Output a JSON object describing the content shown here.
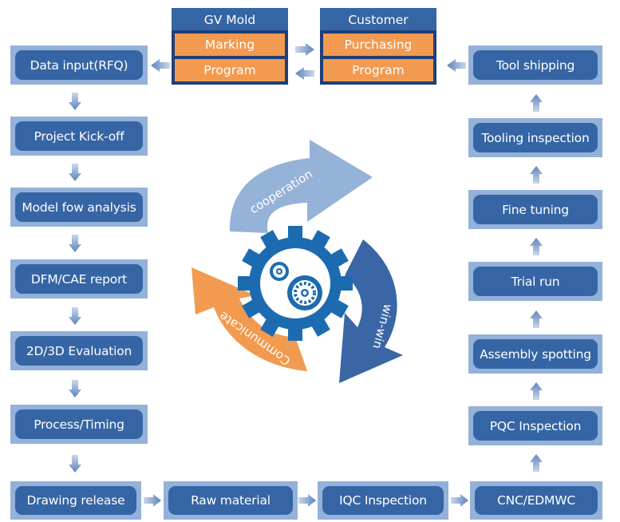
{
  "parties": [
    {
      "title": "GV Mold",
      "rows": [
        "Marking",
        "Program"
      ]
    },
    {
      "title": "Customer",
      "rows": [
        "Purchasing",
        "Program"
      ]
    }
  ],
  "left_column": [
    "Data input(RFQ)",
    "Project Kick-off",
    "Model fow analysis",
    "DFM/CAE report",
    "2D/3D Evaluation",
    "Process/Timing"
  ],
  "bottom_row": [
    "Drawing release",
    "Raw material",
    "IQC Inspection",
    "CNC/EDMWC"
  ],
  "right_column": [
    "Tool shipping",
    "Tooling inspection",
    "Fine tuning",
    "Trial run",
    "Assembly spotting",
    "PQC Inspection"
  ],
  "cycle": {
    "top": "cooperation",
    "right": "win-win",
    "left": "Communicate"
  },
  "colors": {
    "dark_blue": "#3565a4",
    "light_blue_frame": "#93b1d9",
    "orange": "#f29a4f",
    "cooperation": "#95b2d8",
    "win_win": "#3a66a6",
    "communicate": "#f29a4f",
    "gear": "#1c6bb0",
    "navy": "#1f3f7a"
  }
}
